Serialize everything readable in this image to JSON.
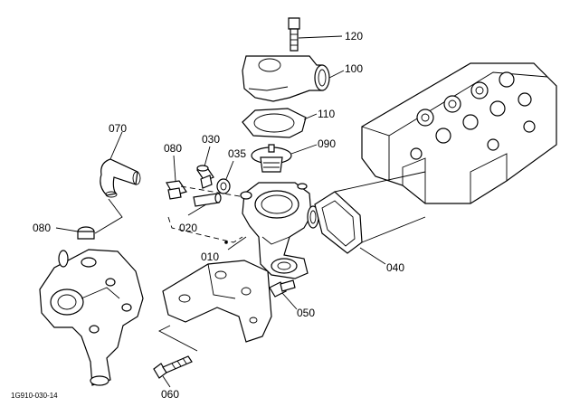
{
  "drawing_id": "1G910-030-14",
  "callouts": {
    "c120": "120",
    "c100": "100",
    "c110": "110",
    "c090": "090",
    "c070": "070",
    "c080_top": "080",
    "c030": "030",
    "c035": "035",
    "c020": "020",
    "c010": "010",
    "c080_left": "080",
    "c040": "040",
    "c050": "050",
    "c060": "060"
  }
}
